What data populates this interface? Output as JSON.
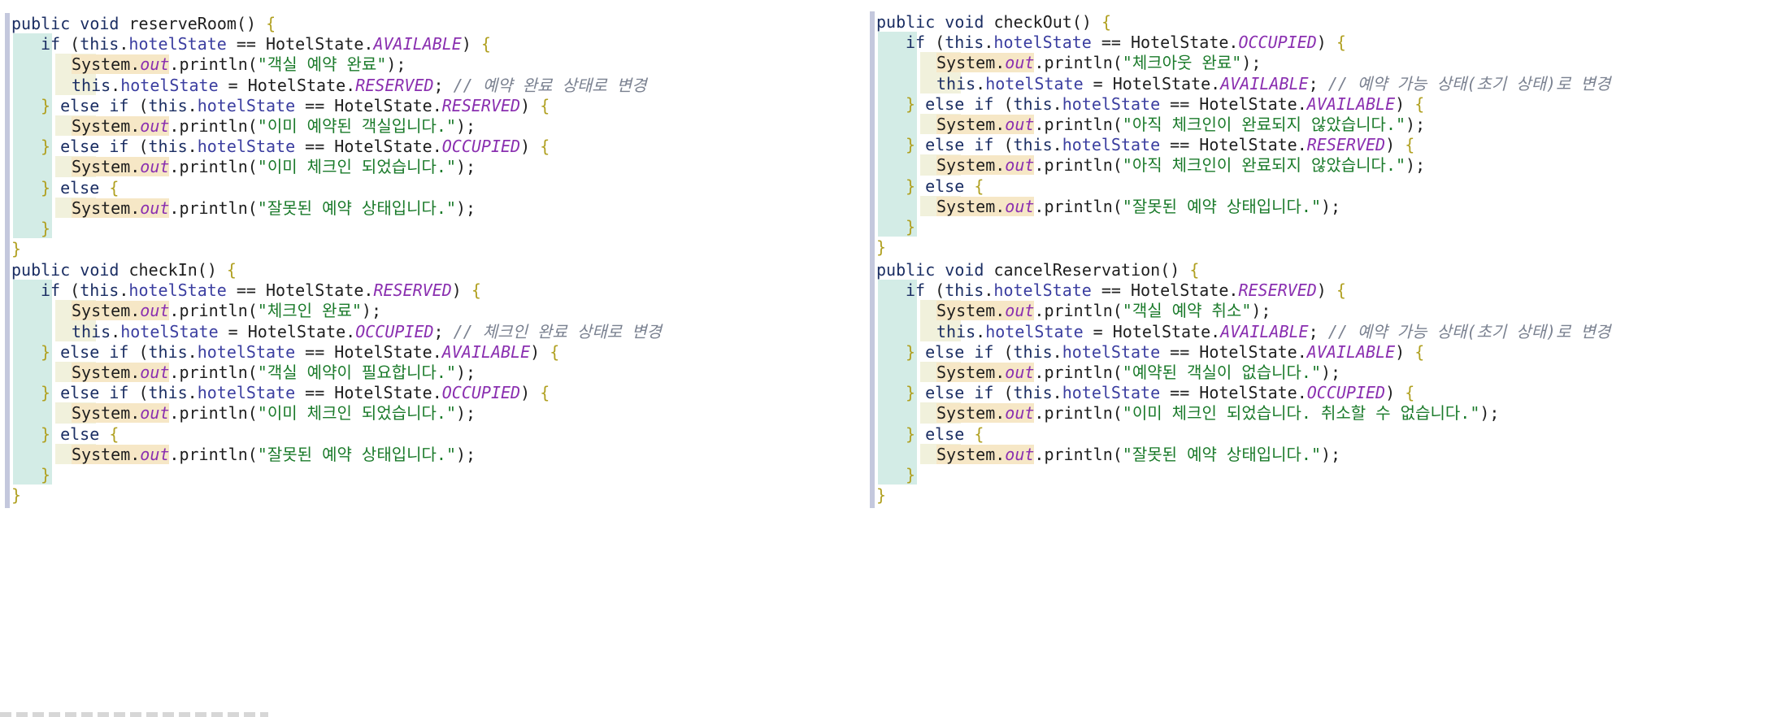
{
  "editor": {
    "left_panel": {
      "methods": [
        {
          "signature": "public void reserveRoom() {",
          "lines": [
            "if (this.hotelState == HotelState.AVAILABLE) {",
            "System.out.println(\"객실 예약 완료\");",
            "this.hotelState = HotelState.RESERVED; // 예약 완료 상태로 변경",
            "} else if (this.hotelState == HotelState.RESERVED) {",
            "System.out.println(\"이미 예약된 객실입니다.\");",
            "} else if (this.hotelState == HotelState.OCCUPIED) {",
            "System.out.println(\"이미 체크인 되었습니다.\");",
            "} else {",
            "System.out.println(\"잘못된 예약 상태입니다.\");",
            "}"
          ],
          "close": "}"
        },
        {
          "signature": "public void checkIn() {",
          "lines": [
            "if (this.hotelState == HotelState.RESERVED) {",
            "System.out.println(\"체크인 완료\");",
            "this.hotelState = HotelState.OCCUPIED; // 체크인 완료 상태로 변경",
            "} else if (this.hotelState == HotelState.AVAILABLE) {",
            "System.out.println(\"객실 예약이 필요합니다.\");",
            "} else if (this.hotelState == HotelState.OCCUPIED) {",
            "System.out.println(\"이미 체크인 되었습니다.\");",
            "} else {",
            "System.out.println(\"잘못된 예약 상태입니다.\");",
            "}"
          ],
          "close": "}"
        }
      ]
    },
    "right_panel": {
      "methods": [
        {
          "signature": "public void checkOut() {",
          "lines": [
            "if (this.hotelState == HotelState.OCCUPIED) {",
            "System.out.println(\"체크아웃 완료\");",
            "this.hotelState = HotelState.AVAILABLE; // 예약 가능 상태(초기 상태)로 변경",
            "} else if (this.hotelState == HotelState.AVAILABLE) {",
            "System.out.println(\"아직 체크인이 완료되지 않았습니다.\");",
            "} else if (this.hotelState == HotelState.RESERVED) {",
            "System.out.println(\"아직 체크인이 완료되지 않았습니다.\");",
            "} else {",
            "System.out.println(\"잘못된 예약 상태입니다.\");",
            "}"
          ],
          "close": "}"
        },
        {
          "signature": "public void cancelReservation() {",
          "lines": [
            "if (this.hotelState == HotelState.RESERVED) {",
            "System.out.println(\"객실 예약 취소\");",
            "this.hotelState = HotelState.AVAILABLE; // 예약 가능 상태(초기 상태)로 변경",
            "} else if (this.hotelState == HotelState.AVAILABLE) {",
            "System.out.println(\"예약된 객실이 없습니다.\");",
            "} else if (this.hotelState == HotelState.OCCUPIED) {",
            "System.out.println(\"이미 체크인 되었습니다. 취소할 수 없습니다.\");",
            "} else {",
            "System.out.println(\"잘못된 예약 상태입니다.\");",
            "}"
          ],
          "close": "}"
        }
      ]
    }
  },
  "colors": {
    "keyword": "#1b2e63",
    "field": "#3b3ea0",
    "constant": "#8a2fb0",
    "string": "#1a7a2a",
    "comment": "#7a8190",
    "indent_level_1": "#d3ece6",
    "indent_level_2": "#f1f1dc",
    "system_highlight": "#f6e7c6"
  }
}
